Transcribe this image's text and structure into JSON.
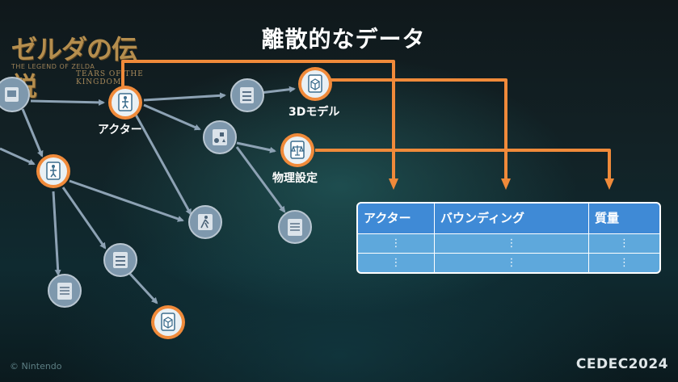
{
  "title": "離散的なデータ",
  "logo": {
    "main": "ゼルダの伝説",
    "sub": "THE LEGEND OF ZELDA",
    "sub2": "TEARS OF THE KINGDOM"
  },
  "nodes": [
    {
      "id": "doc-top-left",
      "icon": "document-icon",
      "highlight": false
    },
    {
      "id": "actor",
      "icon": "actor-figure-icon",
      "highlight": true,
      "label": "アクター"
    },
    {
      "id": "actor-left",
      "icon": "actor-figure-icon",
      "highlight": true
    },
    {
      "id": "params-top",
      "icon": "parameters-icon",
      "highlight": false
    },
    {
      "id": "model-3d",
      "icon": "cube-icon",
      "highlight": true,
      "label": "3Dモデル"
    },
    {
      "id": "shapes",
      "icon": "shapes-icon",
      "highlight": false
    },
    {
      "id": "physics",
      "icon": "scale-icon",
      "highlight": true,
      "label": "物理設定"
    },
    {
      "id": "animation",
      "icon": "running-icon",
      "highlight": false
    },
    {
      "id": "doc-right",
      "icon": "document-icon",
      "highlight": false
    },
    {
      "id": "params-bottom",
      "icon": "parameters-icon",
      "highlight": false
    },
    {
      "id": "doc-bottom",
      "icon": "document-icon",
      "highlight": false
    },
    {
      "id": "model-bottom",
      "icon": "cube-icon",
      "highlight": true
    }
  ],
  "table": {
    "headers": [
      "アクター",
      "バウンディング",
      "質量"
    ],
    "rows": [
      [
        "⋮",
        "⋮",
        "⋮"
      ],
      [
        "⋮",
        "⋮",
        "⋮"
      ]
    ]
  },
  "colors": {
    "accent": "#f08a3a",
    "node_gray": "#7e98ad",
    "edge_gray": "#8da2b4",
    "table_header": "#3f8ad6",
    "table_body": "#5ea8dc"
  },
  "footer": {
    "copyright": "© Nintendo",
    "event": "CEDEC2024"
  }
}
